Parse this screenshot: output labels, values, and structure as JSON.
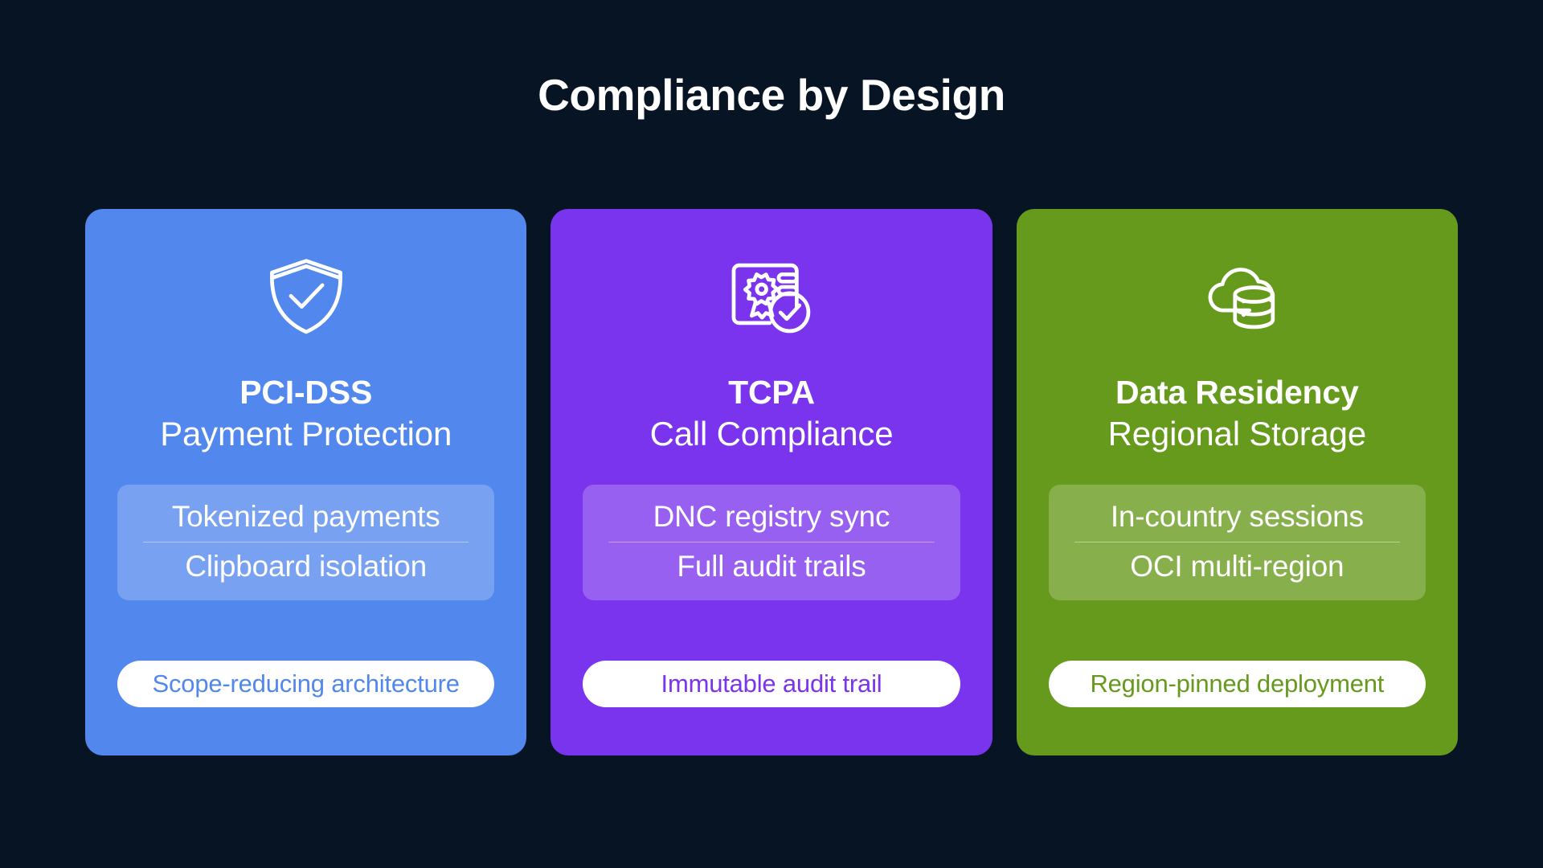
{
  "page": {
    "title": "Compliance by Design",
    "background_color": "#061423"
  },
  "cards": [
    {
      "id": "pci-dss",
      "color": "#5287ED",
      "icon": "shield-check-icon",
      "title": "PCI-DSS",
      "subtitle": "Payment Protection",
      "features": [
        "Tokenized payments",
        "Clipboard isolation"
      ],
      "badge": "Scope-reducing architecture",
      "badge_text_color": "#5287ED"
    },
    {
      "id": "tcpa",
      "color": "#7B34ED",
      "icon": "certificate-check-icon",
      "title": "TCPA",
      "subtitle": "Call Compliance",
      "features": [
        "DNC registry sync",
        "Full audit trails"
      ],
      "badge": "Immutable audit trail",
      "badge_text_color": "#7B34ED"
    },
    {
      "id": "data-residency",
      "color": "#669A1C",
      "icon": "cloud-database-icon",
      "title": "Data Residency",
      "subtitle": "Regional Storage",
      "features": [
        "In-country sessions",
        "OCI multi-region"
      ],
      "badge": "Region-pinned deployment",
      "badge_text_color": "#669A1C"
    }
  ]
}
